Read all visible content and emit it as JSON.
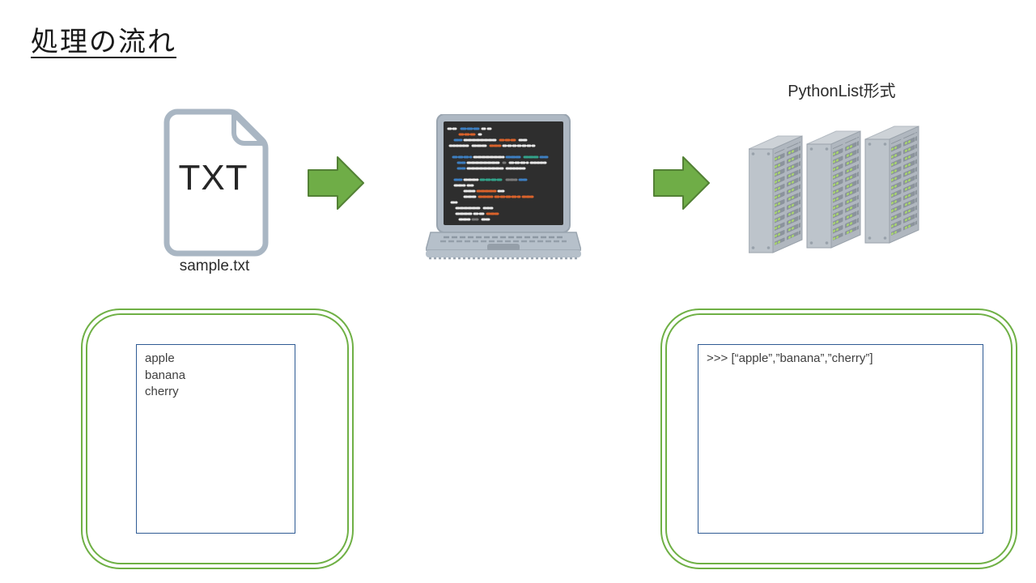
{
  "slide": {
    "title": "処理の流れ"
  },
  "flow": {
    "file": {
      "type_label": "TXT",
      "caption": "sample.txt",
      "icon": "txt-file-icon"
    },
    "step_arrow_icon": "arrow-right-icon",
    "computer_icon": "laptop-code-icon",
    "servers": {
      "label": "PythonList形式",
      "icon": "server-racks-icon"
    }
  },
  "boxes": {
    "input": {
      "lines": [
        "apple",
        "banana",
        "cherry"
      ]
    },
    "output": {
      "code": ">>> [“apple”,”banana”,”cherry”]"
    }
  },
  "colors": {
    "arrow_green": "#6fad47",
    "arrow_border_green": "#538135",
    "frame_green": "#6fb045",
    "box_border_blue": "#2f5b94",
    "file_icon_grey": "#a9b6c3"
  }
}
